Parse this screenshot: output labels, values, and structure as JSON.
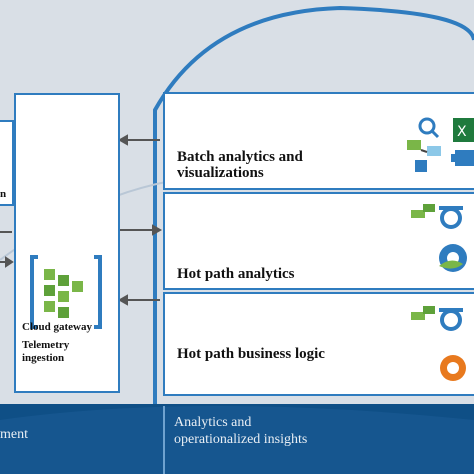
{
  "left_box": {
    "label_partial": "n"
  },
  "gateway": {
    "title": "Cloud gateway",
    "subtitle_line1": "Telemetry",
    "subtitle_line2": "ingestion"
  },
  "panels": [
    {
      "line1": "Batch analytics and",
      "line2": "visualizations"
    },
    {
      "line1": "Hot path analytics"
    },
    {
      "line1": "Hot path business logic"
    }
  ],
  "footer": {
    "left_partial": "ment",
    "right_line1": "Analytics and",
    "right_line2": "operationalized insights"
  },
  "icons": [
    "flow-diagram-icon",
    "excel-icon",
    "cylinder-icon",
    "machine-learning-icon",
    "gear-icon",
    "machine-learning-icon",
    "flower-gear-icon"
  ],
  "colors": {
    "border_blue": "#2f7cbf",
    "footer_blue": "#0f4f86",
    "background": "#d9dfe6"
  }
}
